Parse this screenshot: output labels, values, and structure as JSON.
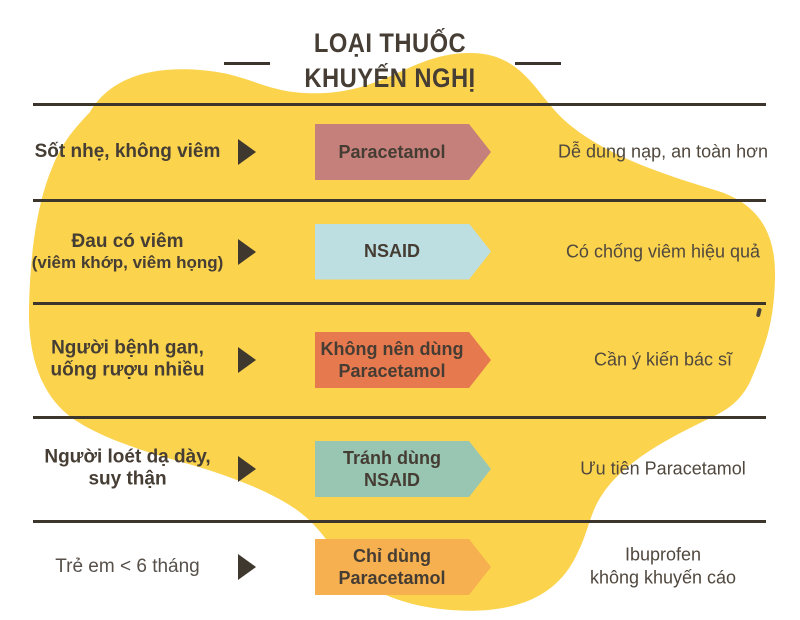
{
  "title": {
    "line1": "LOẠI THUỐC",
    "line2": "KHUYẾN NGHỊ"
  },
  "colors": {
    "blob": "#FBD34D",
    "text_dark": "#463E34",
    "divider": "#3B352B",
    "arrow": "#3F382E"
  },
  "rows": [
    {
      "condition_line1": "Sốt nhẹ, không viêm",
      "condition_line2": "",
      "drug_line1": "Paracetamol",
      "drug_line2": "",
      "drug_tag_color": "#C6807B",
      "note_line1": "Dễ dung nạp, an toàn hơn",
      "note_line2": ""
    },
    {
      "condition_line1": "Đau có viêm",
      "condition_line2": "(viêm khớp, viêm họng)",
      "drug_line1": "NSAID",
      "drug_line2": "",
      "drug_tag_color": "#BEDFE2",
      "note_line1": "Có chống viêm hiệu quả",
      "note_line2": ""
    },
    {
      "condition_line1": "Người bệnh gan,",
      "condition_line2": "uống rượu nhiều",
      "drug_line1": "Không nên dùng",
      "drug_line2": "Paracetamol",
      "drug_tag_color": "#E7794E",
      "note_line1": "Cần ý kiến bác sĩ",
      "note_line2": ""
    },
    {
      "condition_line1": "Người loét dạ dày,",
      "condition_line2": "suy thận",
      "drug_line1": "Tránh dùng NSAID",
      "drug_line2": "",
      "drug_tag_color": "#99C6B3",
      "note_line1": "Ưu tiên Paracetamol",
      "note_line2": ""
    },
    {
      "condition_line1": "Trẻ em < 6 tháng",
      "condition_line2": "",
      "drug_line1": "Chỉ dùng",
      "drug_line2": "Paracetamol",
      "drug_tag_color": "#F6B050",
      "note_line1": "Ibuprofen",
      "note_line2": "không khuyến cáo"
    }
  ]
}
